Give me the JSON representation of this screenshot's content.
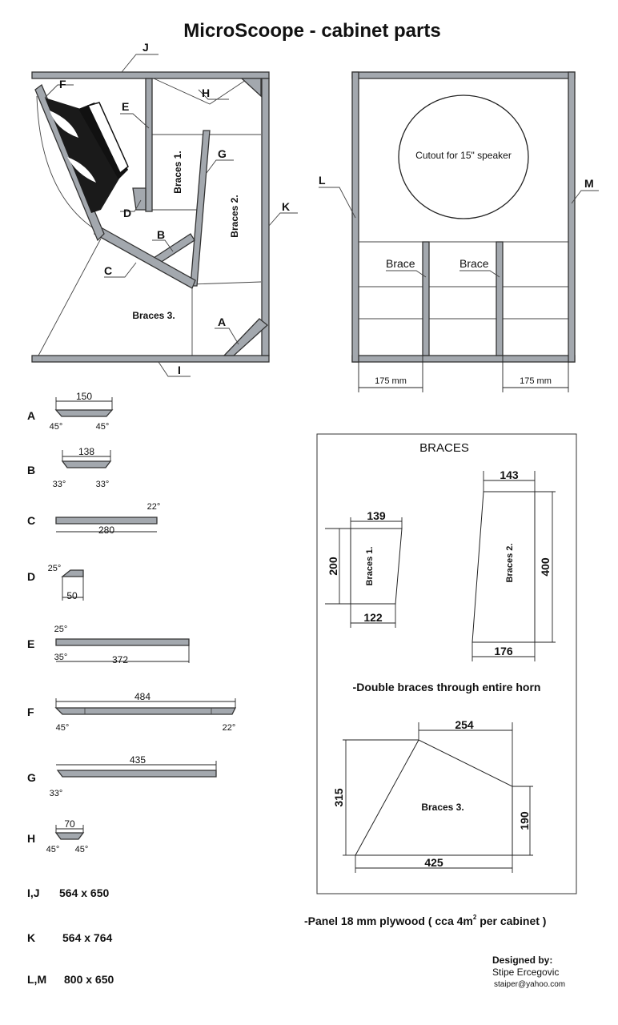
{
  "title": "MicroScoope - cabinet parts",
  "side_view": {
    "labels": {
      "J": "J",
      "F": "F",
      "H": "H",
      "E": "E",
      "G": "G",
      "K": "K",
      "D": "D",
      "B": "B",
      "C": "C",
      "A": "A",
      "I": "I"
    },
    "braces1": "Braces 1.",
    "braces2": "Braces 2.",
    "braces3": "Braces 3."
  },
  "front_view": {
    "cutout": "Cutout for 15\" speaker",
    "label_L": "L",
    "label_M": "M",
    "brace_left": "Brace",
    "brace_right": "Brace",
    "dim_left": "175 mm",
    "dim_right": "175 mm"
  },
  "parts": {
    "A": {
      "label": "A",
      "len": "150",
      "a1": "45°",
      "a2": "45°"
    },
    "B": {
      "label": "B",
      "len": "138",
      "a1": "33°",
      "a2": "33°"
    },
    "C": {
      "label": "C",
      "len": "280",
      "a1": "22°"
    },
    "D": {
      "label": "D",
      "len": "50",
      "a1": "25°"
    },
    "E": {
      "label": "E",
      "len": "372",
      "a1": "25°",
      "a2": "35°"
    },
    "F": {
      "label": "F",
      "len": "484",
      "a1": "45°",
      "a2": "22°"
    },
    "G": {
      "label": "G",
      "len": "435",
      "a1": "33°"
    },
    "H": {
      "label": "H",
      "len": "70",
      "a1": "45°",
      "a2": "45°"
    }
  },
  "panel_list": [
    {
      "id": "I,J",
      "size": "564 x 650"
    },
    {
      "id": "K",
      "size": "564 x 764"
    },
    {
      "id": "L,M",
      "size": "800 x 650"
    }
  ],
  "braces_box": {
    "heading": "BRACES",
    "b1": {
      "name": "Braces 1.",
      "top": "139",
      "bottom": "122",
      "height": "200"
    },
    "b2": {
      "name": "Braces 2.",
      "top": "143",
      "bottom": "176",
      "height": "400"
    },
    "note": "-Double braces through entire horn",
    "b3": {
      "name": "Braces 3.",
      "top": "254",
      "bottom": "425",
      "left": "315",
      "right": "190"
    }
  },
  "footer_note": "-Panel 18 mm plywood ( cca 4m",
  "footer_sup": "2",
  "footer_note_end": " per cabinet )",
  "designer": {
    "line1": "Designed by:",
    "line2": "Stipe Ercegovic",
    "email": "staiper@yahoo.com"
  }
}
